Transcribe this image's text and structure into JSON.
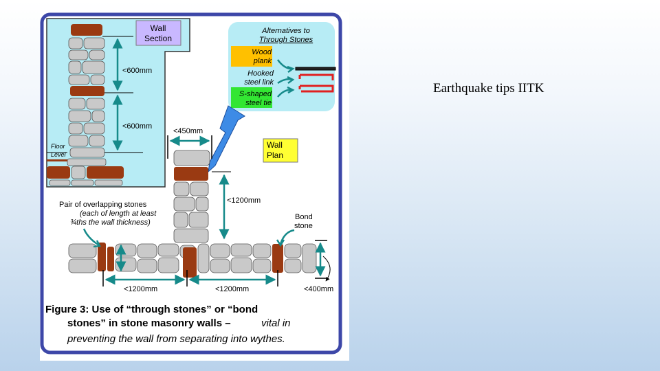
{
  "slide": {
    "caption": "Earthquake tips IITK"
  },
  "figure": {
    "wall_section_label": [
      "Wall",
      "Section"
    ],
    "alternatives_title": [
      "Alternatives to",
      "Through Stones"
    ],
    "wood_plank_label": [
      "Wood",
      "plank"
    ],
    "hooked_link_label": [
      "Hooked",
      "steel link"
    ],
    "s_tie_label": [
      "S-shaped",
      "steel tie"
    ],
    "dim_600_upper": "<600mm",
    "dim_600_lower": "<600mm",
    "floor_level_label": [
      "Floor",
      "Level"
    ],
    "dim_450": "<450mm",
    "wall_plan_label": [
      "Wall",
      "Plan"
    ],
    "dim_1200_vertical": "<1200mm",
    "overlap_note": [
      "Pair of overlapping stones",
      "(each of length at least",
      "¾ths the wall thickness)"
    ],
    "bond_stone_label": [
      "Bond",
      "stone"
    ],
    "dim_1200_left": "<1200mm",
    "dim_1200_right": "<1200mm",
    "dim_400": "<400mm",
    "caption_lead": "Figure 3: Use of “through stones” or “bond",
    "caption_mid": "stones” in stone masonry walls –",
    "caption_vital": "vital in",
    "caption_end": "preventing the wall from separating into wythes."
  },
  "colors": {
    "frame_blue": "#3d47a8",
    "panel_cyan": "#b7ecf5",
    "stone_grey": "#c9c9c9",
    "through_stone_brown": "#9a3a12",
    "teal_dimension": "#168a8a",
    "label_purple": "#c9b8ff",
    "label_yellow": "#ffff33",
    "label_orange": "#ffc000",
    "label_green": "#33e633"
  }
}
